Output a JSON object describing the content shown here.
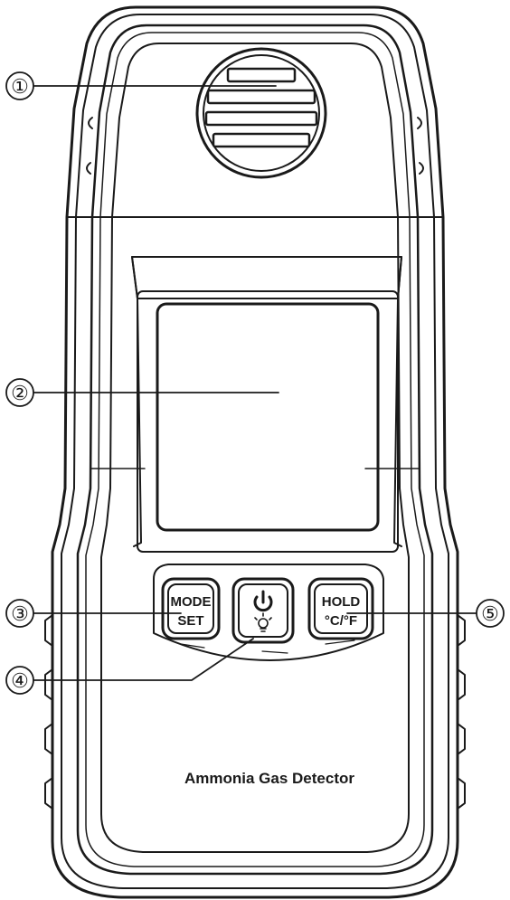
{
  "device": {
    "name": "Ammonia Gas Detector"
  },
  "buttons": {
    "mode_line1": "MODE",
    "mode_line2": "SET",
    "power_icon": "power-icon",
    "light_icon": "lightbulb-icon",
    "hold_line1": "HOLD",
    "hold_line2": "°C/°F"
  },
  "callouts": [
    {
      "number": "①"
    },
    {
      "number": "②"
    },
    {
      "number": "③"
    },
    {
      "number": "④"
    },
    {
      "number": "⑤"
    }
  ],
  "colors": {
    "line": "#1a1a1a",
    "background": "#ffffff"
  }
}
